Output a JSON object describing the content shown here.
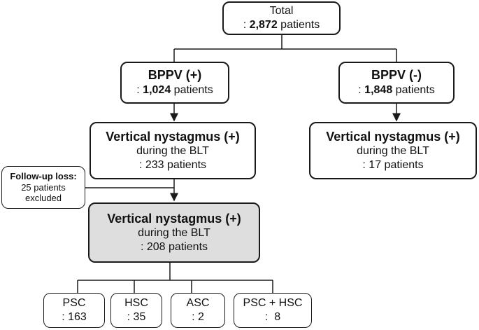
{
  "total": {
    "line1": "Total",
    "prefix": ": ",
    "count": "2,872",
    "suffix": " patients"
  },
  "bppv_pos": {
    "title": "BPPV (+)",
    "prefix": ": ",
    "count": "1,024",
    "suffix": " patients"
  },
  "bppv_neg": {
    "title": "BPPV (-)",
    "prefix": ": ",
    "count": "1,848",
    "suffix": " patients"
  },
  "vn_pos_left": {
    "title": "Vertical nystagmus (+)",
    "line2": "during the BLT",
    "line3": ": 233 patients"
  },
  "vn_pos_right": {
    "title": "Vertical nystagmus (+)",
    "line2": "during the BLT",
    "line3": ": 17 patients"
  },
  "followup": {
    "title": "Follow-up loss:",
    "line2": "25 patients",
    "line3": "excluded"
  },
  "vn_final": {
    "title": "Vertical nystagmus (+)",
    "line2": "during the BLT",
    "line3": ": 208 patients"
  },
  "leaves": [
    {
      "name": "PSC",
      "value": ": 163"
    },
    {
      "name": "HSC",
      "value": ": 35"
    },
    {
      "name": "ASC",
      "value": ": 2"
    },
    {
      "name": "PSC + HSC",
      "value": ":  8"
    }
  ]
}
